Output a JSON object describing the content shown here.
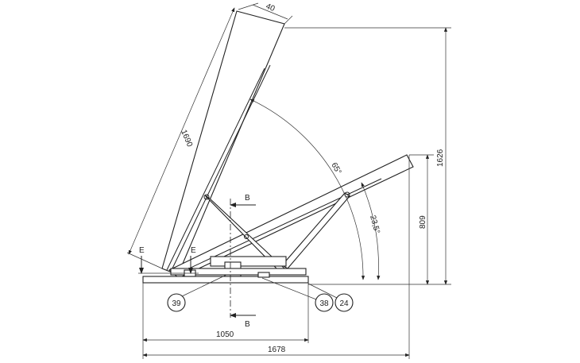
{
  "dimensions": {
    "panel_length": "1690",
    "panel_width": "40",
    "total_height": "1626",
    "low_height": "809",
    "base_length": "1050",
    "total_length": "1678",
    "angle_high": "65°",
    "angle_low": "23,5°"
  },
  "section_labels": {
    "top": "B",
    "bottom": "B"
  },
  "view_labels": {
    "left": "E",
    "right": "E"
  },
  "callouts": [
    "39",
    "38",
    "24"
  ]
}
